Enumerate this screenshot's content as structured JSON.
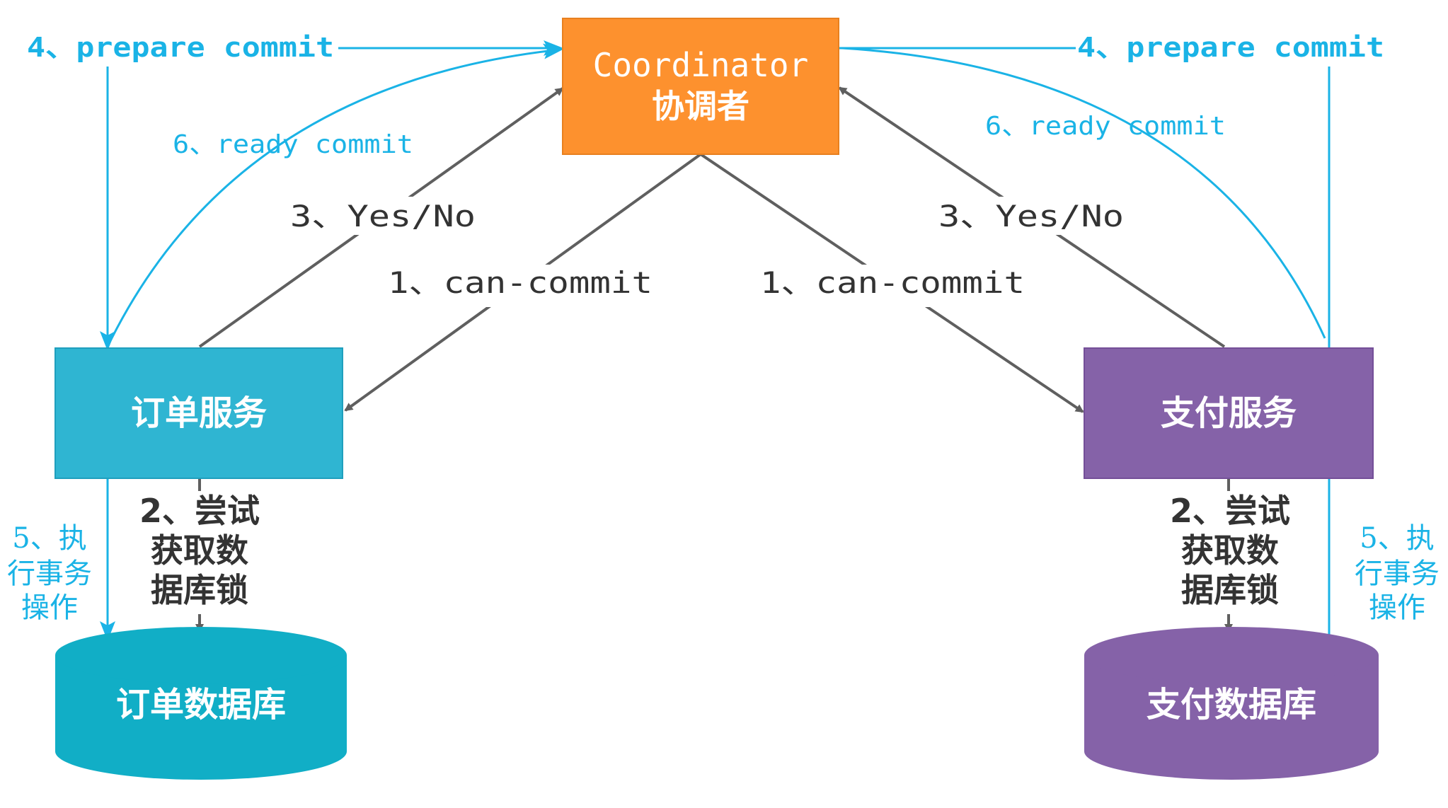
{
  "coordinator": {
    "title": "Coordinator",
    "subtitle": "协调者",
    "color": "#fd912e"
  },
  "order_service": {
    "label": "订单服务",
    "color": "#2fb5d2"
  },
  "payment_service": {
    "label": "支付服务",
    "color": "#8562a8"
  },
  "order_db": {
    "label": "订单数据库",
    "color": "#11aec6"
  },
  "payment_db": {
    "label": "支付数据库",
    "color": "#8562a8"
  },
  "steps": {
    "can_commit_left": "1、can-commit",
    "can_commit_right": "1、can-commit",
    "try_lock_left": [
      "2、尝试",
      "获取数",
      "据库锁"
    ],
    "try_lock_right": [
      "2、尝试",
      "获取数",
      "据库锁"
    ],
    "vote_left": "3、Yes/No",
    "vote_right": "3、Yes/No",
    "prepare_left": "4、prepare commit",
    "prepare_right": "4、prepare commit",
    "execute_left": [
      "5、执",
      "行事务",
      "操作"
    ],
    "execute_right": [
      "5、执",
      "行事务",
      "操作"
    ],
    "ready_left": "6、ready commit",
    "ready_right": "6、ready commit"
  },
  "colors": {
    "gray_arrow": "#5f5f5f",
    "blue_arrow": "#1ab3e6"
  }
}
